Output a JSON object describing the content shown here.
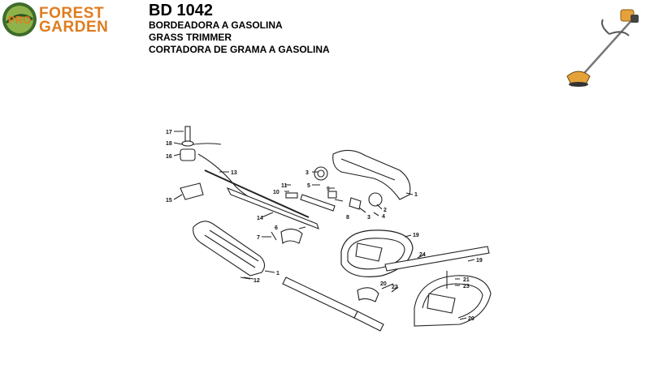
{
  "logo": {
    "badge_text": "PRO",
    "brand_line1": "FOREST",
    "brand_line2": "GARDEN"
  },
  "header": {
    "model": "BD 1042",
    "desc_pt": "BORDEADORA A GASOLINA",
    "desc_en": "GRASS TRIMMER",
    "desc_pt_br": "CORTADORA DE GRAMA A GASOLINA"
  },
  "parts": [
    "17",
    "18",
    "16",
    "15",
    "13",
    "14",
    "11",
    "10",
    "9",
    "3",
    "5",
    "4",
    "2",
    "8",
    "3",
    "1",
    "6",
    "7",
    "1",
    "12",
    "19",
    "24",
    "19",
    "20",
    "22",
    "21",
    "23",
    "20"
  ],
  "colors": {
    "brand_orange": "#e07c1e",
    "badge_green": "#3d6b2a",
    "line": "#222222"
  }
}
